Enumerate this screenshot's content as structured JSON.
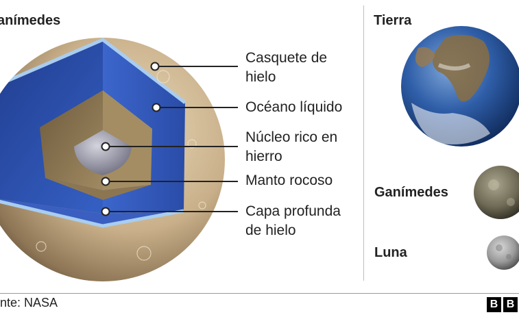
{
  "heading": "anímedes",
  "layers": [
    {
      "id": "ice-crust",
      "label": "Casquete de\nhielo"
    },
    {
      "id": "liquid-ocean",
      "label": "Océano líquido"
    },
    {
      "id": "iron-core",
      "label": "Núcleo rico en\nhierro"
    },
    {
      "id": "rocky-mantle",
      "label": "Manto rocoso"
    },
    {
      "id": "deep-ice",
      "label": "Capa profunda\nde hielo"
    }
  ],
  "comparison": [
    {
      "id": "earth",
      "name": "Tierra"
    },
    {
      "id": "ganymede",
      "name": "Ganímedes"
    },
    {
      "id": "moon",
      "name": "Luna"
    }
  ],
  "footer": {
    "source": "nte: NASA",
    "logo_letters": [
      "B",
      "B"
    ]
  },
  "colors": {
    "surface": "#cbb58f",
    "ocean": "#2e52b8",
    "mantle": "#8a7450",
    "core": "#9a9aa8",
    "ice_edge": "#9fc3e8"
  }
}
